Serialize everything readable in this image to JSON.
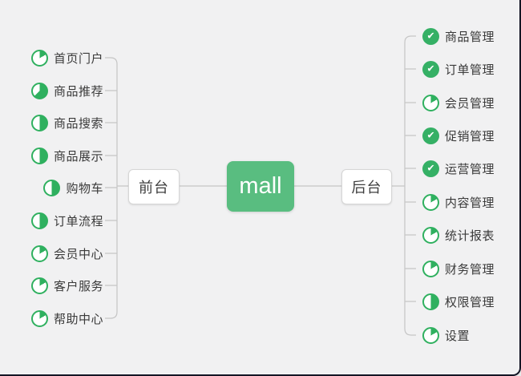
{
  "colors": {
    "background": "#f1f1f2",
    "central_node_green": "#59bd80",
    "icon_green": "#2fb05f",
    "done_icon_green": "#35b065",
    "connector_gray": "#c5c5c5",
    "label_text": "#3a3a3a"
  },
  "central": {
    "label": "mall"
  },
  "branches": {
    "front": {
      "label": "前台",
      "items": [
        {
          "label": "首页门户",
          "progress": "1/8"
        },
        {
          "label": "商品推荐",
          "progress": "5/8"
        },
        {
          "label": "商品搜索",
          "progress": "1/2"
        },
        {
          "label": "商品展示",
          "progress": "1/2"
        },
        {
          "label": "购物车",
          "progress": "1/2"
        },
        {
          "label": "订单流程",
          "progress": "1/2"
        },
        {
          "label": "会员中心",
          "progress": "1/8"
        },
        {
          "label": "客户服务",
          "progress": "1/8"
        },
        {
          "label": "帮助中心",
          "progress": "1/8"
        }
      ]
    },
    "back": {
      "label": "后台",
      "items": [
        {
          "label": "商品管理",
          "progress": "done"
        },
        {
          "label": "订单管理",
          "progress": "done"
        },
        {
          "label": "会员管理",
          "progress": "1/8"
        },
        {
          "label": "促销管理",
          "progress": "done"
        },
        {
          "label": "运营管理",
          "progress": "done"
        },
        {
          "label": "内容管理",
          "progress": "1/8"
        },
        {
          "label": "统计报表",
          "progress": "1/8"
        },
        {
          "label": "财务管理",
          "progress": "1/8"
        },
        {
          "label": "权限管理",
          "progress": "1/2"
        },
        {
          "label": "设置",
          "progress": "1/8"
        }
      ]
    }
  }
}
